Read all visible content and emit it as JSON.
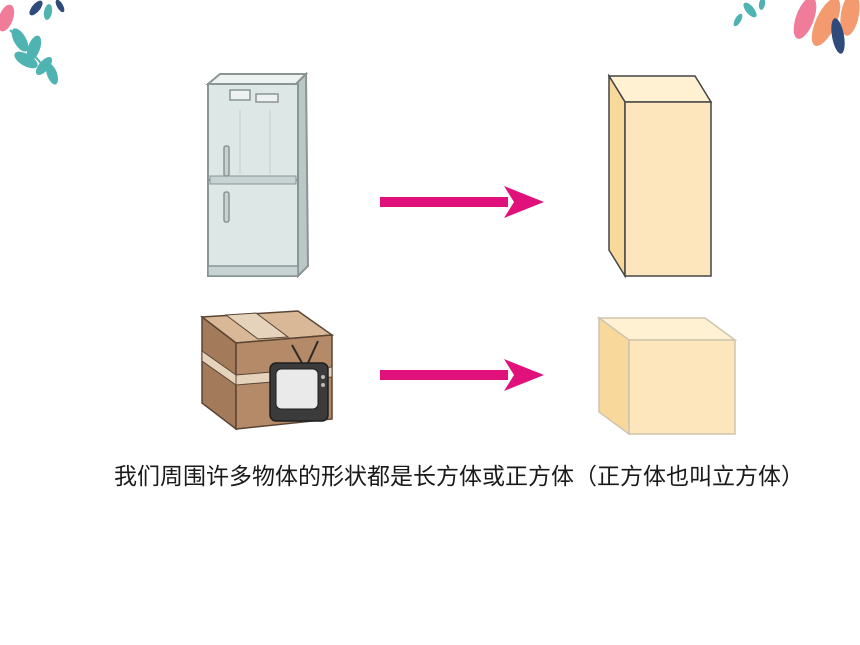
{
  "caption": {
    "text": "我们周围许多物体的形状都是长方体或正方体（正方体也叫立方体）"
  },
  "colors": {
    "arrow": "#e0117a",
    "cuboid_front": "#fde6bb",
    "cuboid_side": "#f9d89c",
    "cuboid_top": "#fff1d2",
    "fridge": "#dce7e6",
    "box": "#b48a68",
    "leaf_teal": "#4fb3b1",
    "leaf_pink": "#f07c9a",
    "leaf_orange": "#f39a6e",
    "leaf_navy": "#2f4b7c"
  },
  "icons": {
    "fridge": "refrigerator-icon",
    "tvbox": "tv-box-icon",
    "arrow": "right-arrow-icon",
    "cuboid": "cuboid-shape",
    "cube": "cube-shape"
  }
}
